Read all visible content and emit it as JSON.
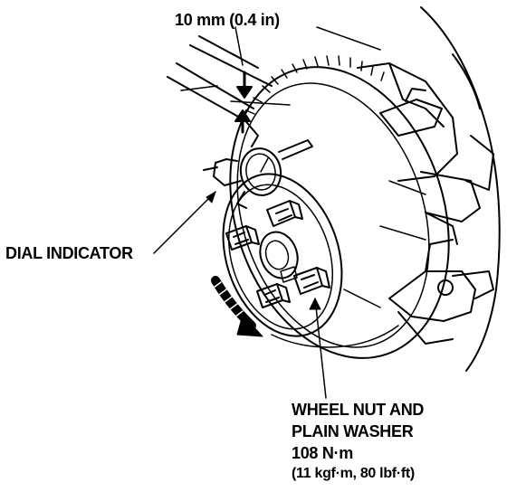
{
  "labels": {
    "dimension": "10 mm (0.4 in)",
    "dial_indicator": "DIAL INDICATOR",
    "wheel_nut_line1": "WHEEL NUT AND",
    "wheel_nut_line2": "PLAIN WASHER",
    "torque_nm": "108 N·m",
    "torque_alt": "(11 kgf·m, 80 lbf·ft)"
  }
}
